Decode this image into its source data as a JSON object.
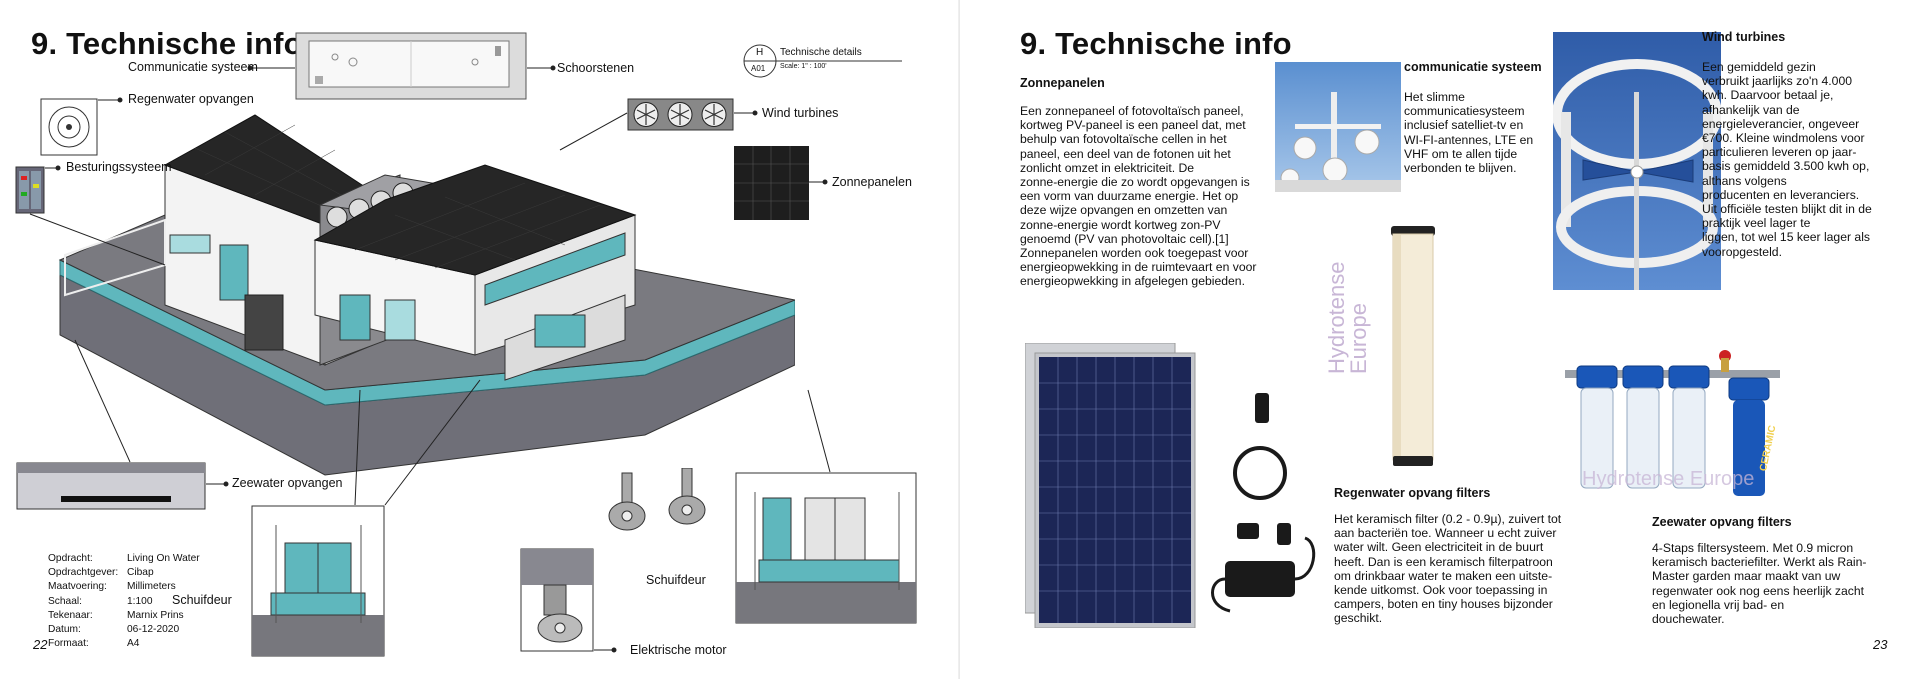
{
  "left_page": {
    "title": "9. Technische info",
    "labels": {
      "communicatie": "Communicatie systeem",
      "schoorstenen": "Schoorstenen",
      "regenwater": "Regenwater opvangen",
      "wind_turbines": "Wind turbines",
      "besturing": "Besturingssysteem",
      "zonnepanelen": "Zonnepanelen",
      "zeewater": "Zeewater opvangen",
      "schuifdeur_1": "Schuifdeur",
      "schuifdeur_2": "Schuifdeur",
      "elektrische_motor": "Elektrische motor"
    },
    "tech_details": {
      "circle_top": "H",
      "circle_bottom": "A01",
      "title": "Technische details",
      "scale": "Scale:  1\" : 100'"
    },
    "meta": [
      {
        "key": "Opdracht:",
        "value": "Living On Water"
      },
      {
        "key": "Opdrachtgever:",
        "value": "Cibap"
      },
      {
        "key": "Maatvoering:",
        "value": "Millimeters"
      },
      {
        "key": "Schaal:",
        "value": "1:100"
      },
      {
        "key": "Tekenaar:",
        "value": "Marnix Prins"
      },
      {
        "key": "Datum:",
        "value": "06-12-2020"
      },
      {
        "key": "Formaat:",
        "value": "A4"
      }
    ],
    "page_number": "22"
  },
  "right_page": {
    "title": "9. Technische info",
    "zonnepanelen": {
      "heading": "Zonnepanelen",
      "lines": [
        "Een zonnepaneel of fotovoltaïsch paneel,",
        "kortweg PV-paneel is een paneel dat, met",
        "behulp van fotovoltaïsche cellen in het",
        "paneel, een deel van de fotonen uit het",
        "zonlicht omzet in elektriciteit. De",
        "zonne-energie die zo wordt opgevangen is",
        "een vorm van duurzame energie. Het op",
        "deze wijze opvangen en omzetten van",
        "zonne-energie wordt kortweg zon-PV",
        "genoemd (PV van photovoltaic cell).[1]",
        "Zonnepanelen worden ook toegepast voor",
        "energieopwekking in de ruimtevaart en voor",
        "energieopwekking in afgelegen gebieden."
      ]
    },
    "communicatie": {
      "heading": "communicatie systeem",
      "lines": [
        "Het slimme",
        "communicatiesysteem",
        "inclusief satelliet-tv en",
        "WI-FI-antennes, LTE en",
        "VHF om te allen tijde",
        "verbonden te blijven."
      ]
    },
    "wind": {
      "heading": "Wind turbines",
      "lines": [
        "Een gemiddeld gezin",
        "verbruikt jaarlijks zo'n 4.000",
        "kwh. Daarvoor betaal je,",
        "afhankelijk van de",
        "energieleverancier, ongeveer",
        "€700. Kleine windmolens voor",
        "particulieren leveren op jaar-",
        "basis gemiddeld 3.500 kwh op,",
        "althans volgens",
        "producenten en leveranciers.",
        "Uit officiële testen blijkt dit in de",
        "praktijk veel lager te",
        "liggen, tot wel 15 keer lager als",
        "vooropgesteld."
      ]
    },
    "regenwater": {
      "heading": "Regenwater opvang filters",
      "lines": [
        "Het keramisch filter (0.2 - 0.9µ), zuivert tot",
        "aan bacteriën toe. Wanneer u echt zuiver",
        "water wilt. Geen electriciteit in de buurt",
        "heeft. Dan is een keramisch filterpatroon",
        "om drinkbaar water te maken een uitste-",
        "kende uitkomst. Ook voor toepassing in",
        "campers, boten en tiny houses bijzonder",
        "geschikt."
      ]
    },
    "zeewater": {
      "heading": "Zeewater opvang filters",
      "lines": [
        "4-Staps filtersysteem. Met 0.9 micron",
        "keramisch bacteriefilter. Werkt als Rain-",
        "Master garden maar maakt van uw",
        "regenwater ook nog eens heerlijk zacht",
        "en legionella vrij bad- en",
        "douchewater."
      ]
    },
    "filter_brand_lines": [
      "Hydrotense",
      "Europe"
    ],
    "filter_brand_2": "Hydrotense Europe",
    "ceramic_label": "CERAMIC",
    "page_number": "23"
  },
  "colors": {
    "teal": "#5fb7bd",
    "hull": "#6f6f78",
    "roof": "#2a2a2a",
    "wall": "#f4f4f4",
    "sky_blue": "#4a78c0",
    "panel_navy": "#1c2656"
  }
}
